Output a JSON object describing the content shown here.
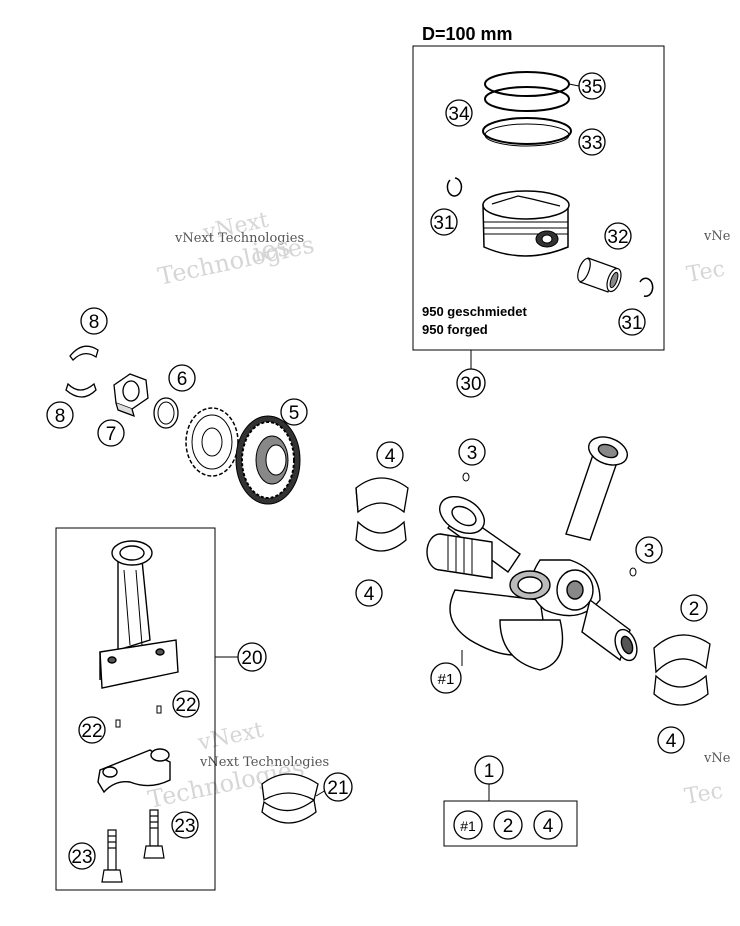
{
  "header": {
    "bore_label": "D=100 mm"
  },
  "piston_box": {
    "line1": "950 geschmiedet",
    "line2": "950 forged"
  },
  "callouts": {
    "c1": "1",
    "c2": "2",
    "c3": "3",
    "c4": "4",
    "c5": "5",
    "c6": "6",
    "c7": "7",
    "c8": "8",
    "c20": "20",
    "c21": "21",
    "c22": "22",
    "c23": "23",
    "c30": "30",
    "c31": "31",
    "c32": "32",
    "c33": "33",
    "c34": "34",
    "c35": "35",
    "h1": "#1"
  },
  "watermark": {
    "brand": "vNext",
    "line1": "vNext Technologies",
    "line2": "Technologies"
  }
}
